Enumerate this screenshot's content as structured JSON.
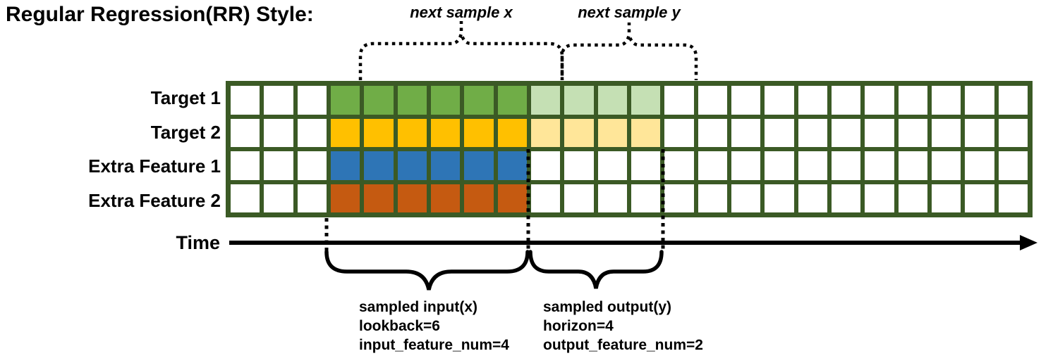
{
  "title": "Regular Regression(RR) Style:",
  "grid": {
    "columns": 24,
    "input_start_col": 3,
    "input_cols": 6,
    "output_cols": 4,
    "border_color": "#3B5A25",
    "empty_cell_color": "#FFFFFF",
    "rows": [
      {
        "label": "Target 1",
        "input_color": "#70AD47",
        "output_color": "#C5E0B4"
      },
      {
        "label": "Target 2",
        "input_color": "#FFC000",
        "output_color": "#FFE699"
      },
      {
        "label": "Extra Feature 1",
        "input_color": "#2E75B6",
        "output_color": null
      },
      {
        "label": "Extra Feature 2",
        "input_color": "#C55A11",
        "output_color": null
      }
    ]
  },
  "annotations": {
    "next_sample_x": "next sample x",
    "next_sample_y": "next sample y",
    "input": {
      "line1": "sampled input(x)",
      "line2": "lookback=6",
      "line3": "input_feature_num=4"
    },
    "output": {
      "line1": "sampled output(y)",
      "line2": "horizon=4",
      "line3": "output_feature_num=2"
    }
  },
  "time_axis": {
    "label": "Time",
    "arrow_color": "#000000"
  },
  "annotation_line_color": "#000000"
}
